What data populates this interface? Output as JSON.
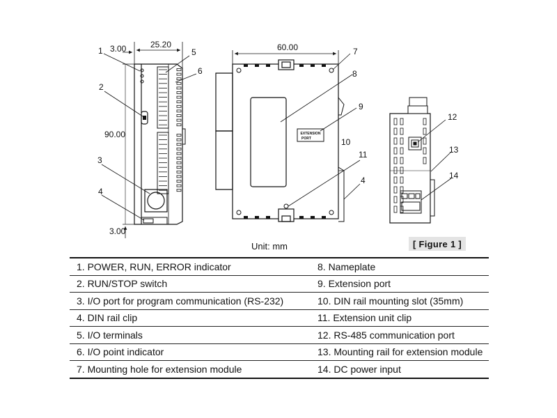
{
  "dimensions": {
    "top_offset": "3.00",
    "side_width": "25.20",
    "height": "90.00",
    "bottom_offset": "3.00",
    "front_width": "60.00"
  },
  "callouts": [
    "1",
    "2",
    "3",
    "4",
    "5",
    "6",
    "7",
    "8",
    "9",
    "10",
    "11",
    "4",
    "12",
    "13",
    "14"
  ],
  "extension_port_label": [
    "EXTENSION",
    "PORT"
  ],
  "unit_label": "Unit: mm",
  "figure_label": "[ Figure 1 ]",
  "legend": [
    [
      "1. POWER, RUN, ERROR indicator",
      "8. Nameplate"
    ],
    [
      "2. RUN/STOP switch",
      "9. Extension port"
    ],
    [
      "3. I/O port for program communication (RS-232)",
      "10. DIN rail mounting slot (35mm)"
    ],
    [
      "4. DIN rail clip",
      "11. Extension unit clip"
    ],
    [
      "5. I/O terminals",
      "12. RS-485 communication port"
    ],
    [
      "6. I/O point indicator",
      "13. Mounting rail for extension module"
    ],
    [
      "7. Mounting hole for extension module",
      "14. DC power input"
    ]
  ]
}
